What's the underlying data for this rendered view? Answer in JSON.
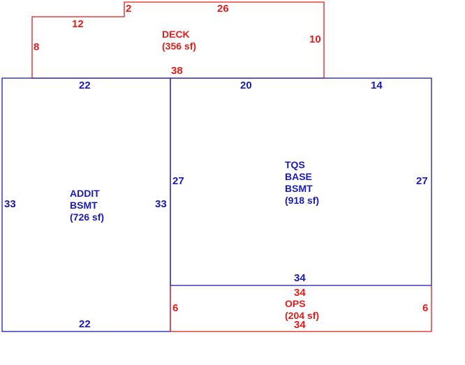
{
  "colors": {
    "red": "#e21b1b",
    "blue": "#1a1ab8"
  },
  "areas": {
    "deck": {
      "lines": [
        "DECK",
        "(356 sf)"
      ],
      "dims": {
        "top_left_vert": "2",
        "top_right": "26",
        "step": "12",
        "left": "8",
        "right": "10",
        "bottom": "38"
      }
    },
    "addit": {
      "lines": [
        "ADDIT",
        "BSMT",
        "(726 sf)"
      ],
      "dims": {
        "top": "22",
        "left": "33",
        "right": "33",
        "bottom": "22"
      }
    },
    "tqs": {
      "lines": [
        "TQS",
        "BASE",
        "BSMT",
        "(918 sf)"
      ],
      "dims": {
        "top_left": "20",
        "top_right": "14",
        "left": "27",
        "right": "27",
        "bottom": "34"
      }
    },
    "ops": {
      "lines": [
        "OPS",
        "(204 sf)"
      ],
      "dims": {
        "top": "34",
        "left": "6",
        "right": "6",
        "bottom": "34"
      }
    }
  }
}
